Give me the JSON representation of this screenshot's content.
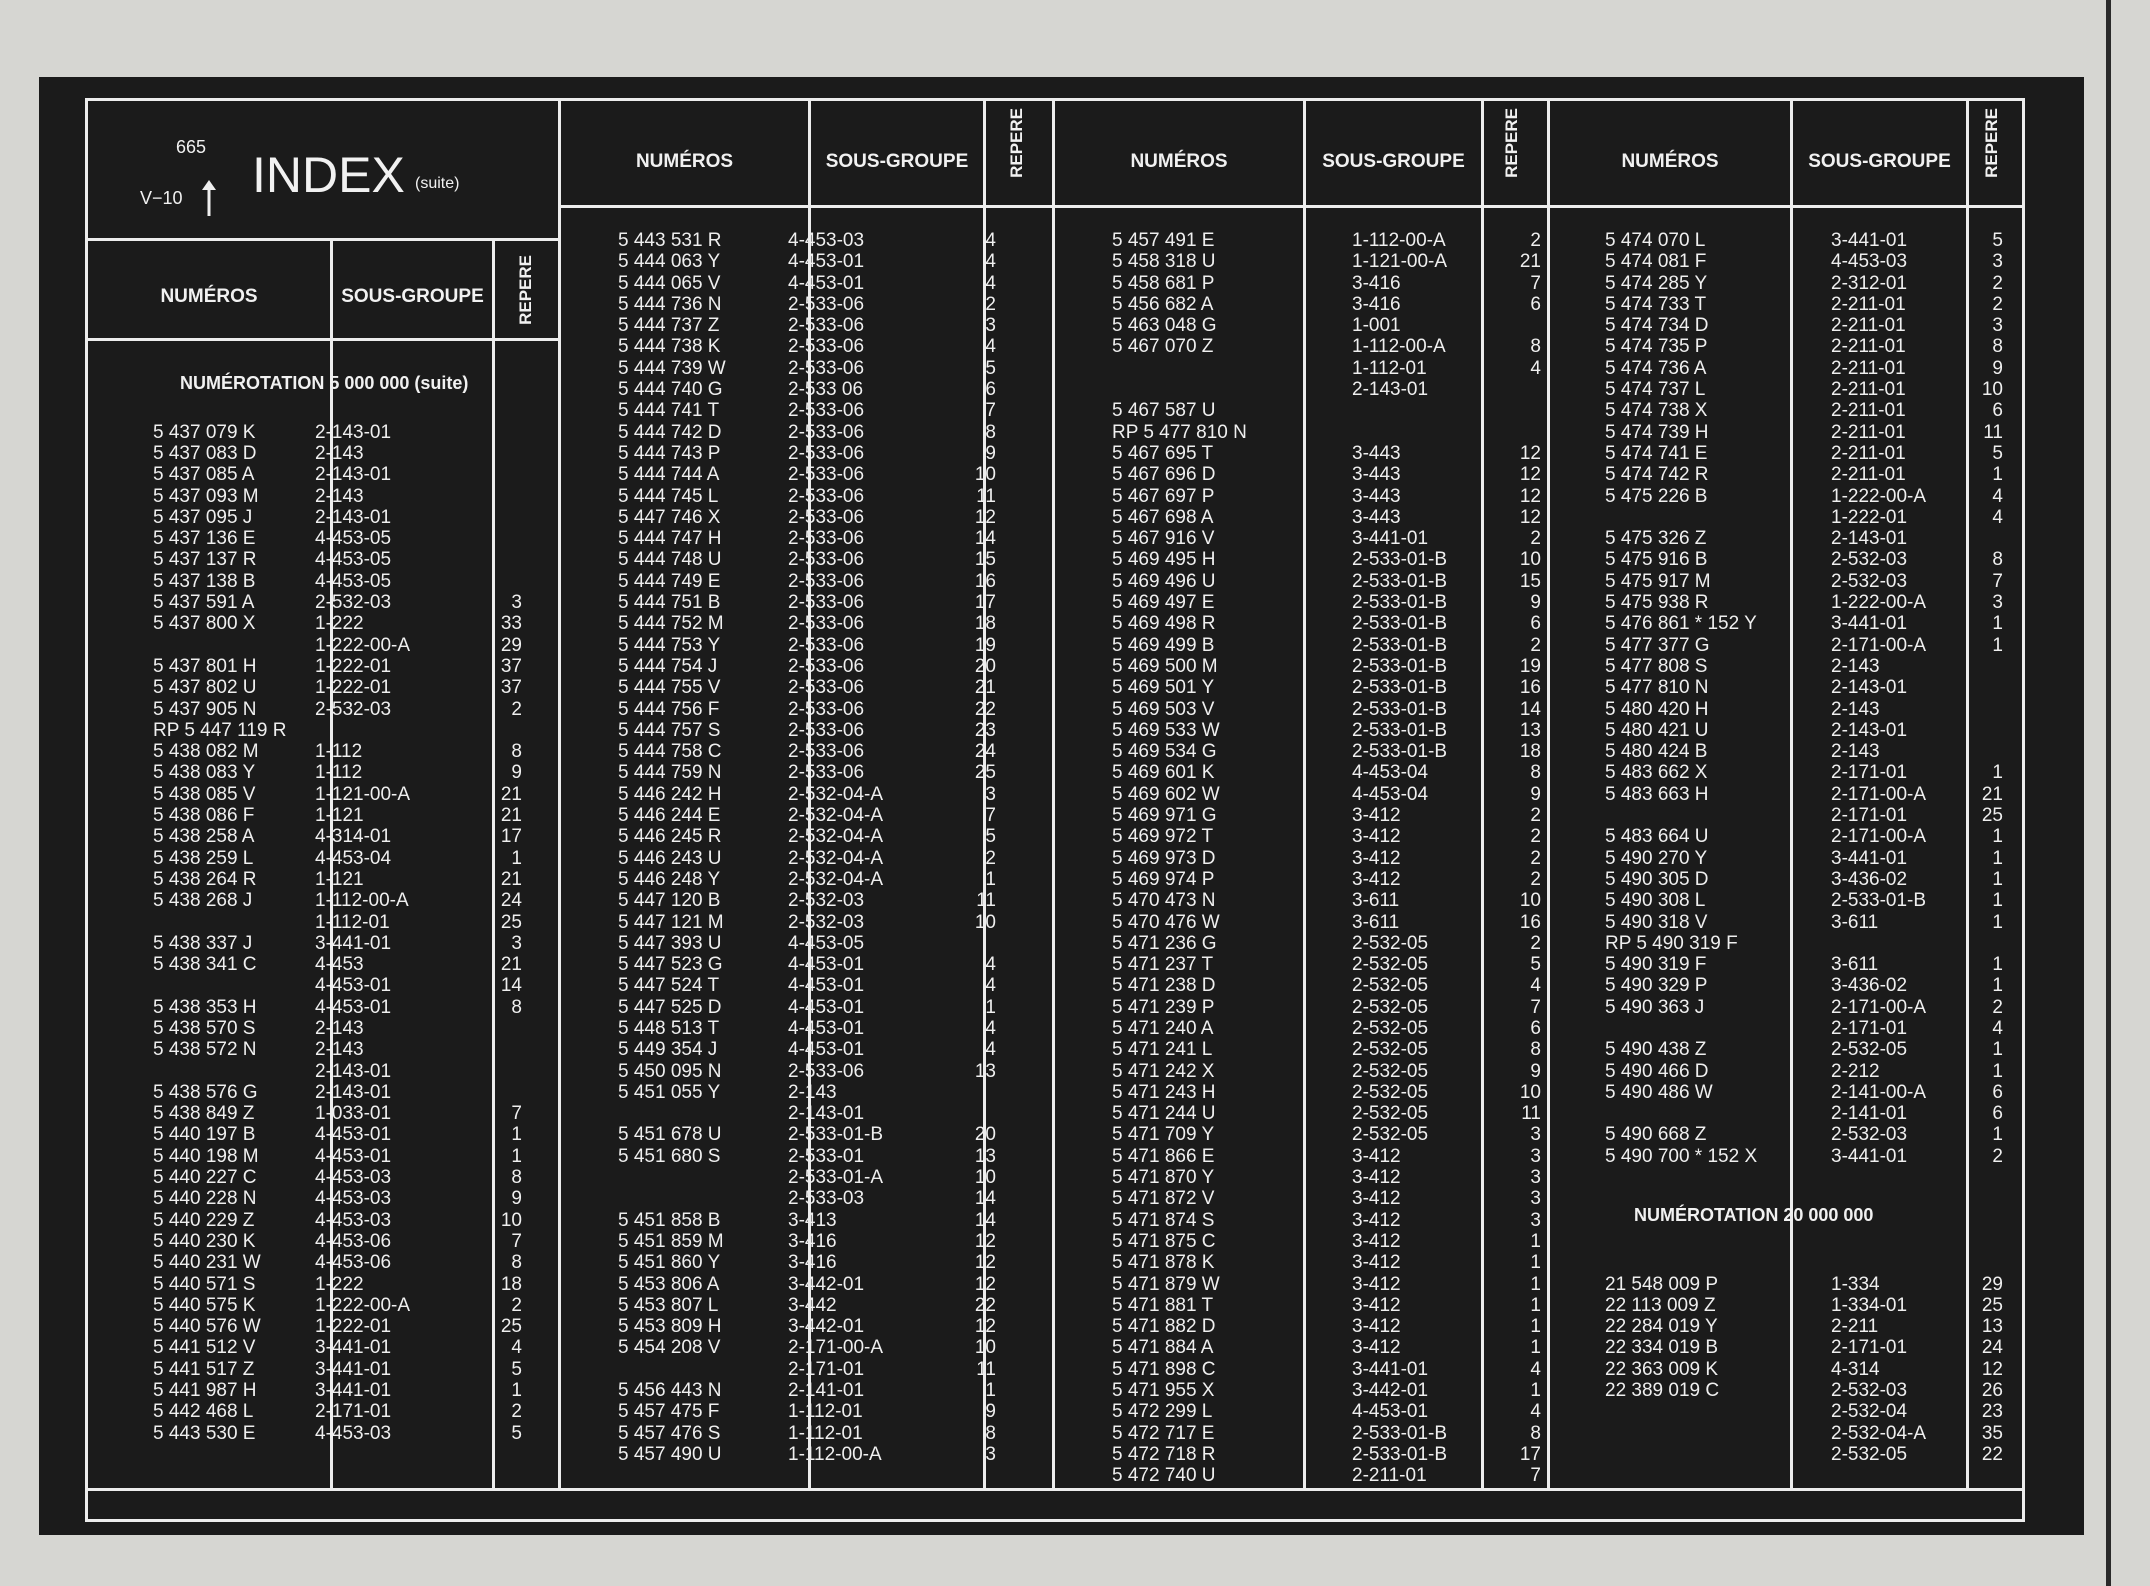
{
  "header": {
    "page_number": "665",
    "ref": "V−10",
    "arrow": "up-arrow-icon",
    "title": "INDEX",
    "subtitle": "(suite)"
  },
  "columns": {
    "numeros": "NUMÉROS",
    "sous_groupe": "SOUS-GROUPE",
    "repere": "REPERE"
  },
  "section_1": "NUMÉROTATION 5 000 000 (suite)",
  "section_2": "NUMÉROTATION 20 000 000",
  "panels": [
    {
      "rows": [
        [
          "",
          "",
          ""
        ],
        [
          "",
          "",
          ""
        ],
        [
          "",
          "",
          ""
        ],
        [
          "",
          "",
          ""
        ],
        [
          "",
          "",
          ""
        ],
        [
          "",
          "",
          ""
        ],
        [
          "",
          "",
          ""
        ],
        [
          "",
          "",
          ""
        ],
        [
          "",
          "",
          ""
        ],
        [
          "5 437 079 K",
          "2-143-01",
          ""
        ],
        [
          "5 437 083 D",
          "2-143",
          ""
        ],
        [
          "5 437 085 A",
          "2-143-01",
          ""
        ],
        [
          "5 437 093 M",
          "2-143",
          ""
        ],
        [
          "5 437 095 J",
          "2-143-01",
          ""
        ],
        [
          "5 437 136 E",
          "4-453-05",
          ""
        ],
        [
          "5 437 137 R",
          "4-453-05",
          ""
        ],
        [
          "5 437 138 B",
          "4-453-05",
          ""
        ],
        [
          "5 437 591 A",
          "2-532-03",
          "3"
        ],
        [
          "5 437 800 X",
          "1-222",
          "33"
        ],
        [
          "",
          "1-222-00-A",
          "29"
        ],
        [
          "5 437 801 H",
          "1-222-01",
          "37"
        ],
        [
          "5 437 802 U",
          "1-222-01",
          "37"
        ],
        [
          "5 437 905 N",
          "2-532-03",
          "2"
        ],
        [
          "RP 5 447 119 R",
          "",
          ""
        ],
        [
          "5 438 082 M",
          "1-112",
          "8"
        ],
        [
          "5 438 083 Y",
          "1-112",
          "9"
        ],
        [
          "5 438 085 V",
          "1-121-00-A",
          "21"
        ],
        [
          "5 438 086 F",
          "1-121",
          "21"
        ],
        [
          "5 438 258 A",
          "4-314-01",
          "17"
        ],
        [
          "5 438 259 L",
          "4-453-04",
          "1"
        ],
        [
          "5 438 264 R",
          "1-121",
          "21"
        ],
        [
          "5 438 268 J",
          "1-112-00-A",
          "24"
        ],
        [
          "",
          "1-112-01",
          "25"
        ],
        [
          "5 438 337 J",
          "3-441-01",
          "3"
        ],
        [
          "5 438 341 C",
          "4-453",
          "21"
        ],
        [
          "",
          "4-453-01",
          "14"
        ],
        [
          "5 438 353 H",
          "4-453-01",
          "8"
        ],
        [
          "5 438 570 S",
          "2-143",
          ""
        ],
        [
          "5 438 572 N",
          "2-143",
          ""
        ],
        [
          "",
          "2-143-01",
          ""
        ],
        [
          "5 438 576 G",
          "2-143-01",
          ""
        ],
        [
          "5 438 849 Z",
          "1-033-01",
          "7"
        ],
        [
          "5 440 197 B",
          "4-453-01",
          "1"
        ],
        [
          "5 440 198 M",
          "4-453-01",
          "1"
        ],
        [
          "5 440 227 C",
          "4-453-03",
          "8"
        ],
        [
          "5 440 228 N",
          "4-453-03",
          "9"
        ],
        [
          "5 440 229 Z",
          "4-453-03",
          "10"
        ],
        [
          "5 440 230 K",
          "4-453-06",
          "7"
        ],
        [
          "5 440 231 W",
          "4-453-06",
          "8"
        ],
        [
          "5 440 571 S",
          "1-222",
          "18"
        ],
        [
          "5 440 575 K",
          "1-222-00-A",
          "2"
        ],
        [
          "5 440 576 W",
          "1-222-01",
          "25"
        ],
        [
          "5 441 512 V",
          "3-441-01",
          "4"
        ],
        [
          "5 441 517 Z",
          "3-441-01",
          "5"
        ],
        [
          "5 441 987 H",
          "3-441-01",
          "1"
        ],
        [
          "5 442 468 L",
          "2-171-01",
          "2"
        ],
        [
          "5 443 530 E",
          "4-453-03",
          "5"
        ]
      ]
    },
    {
      "rows": [
        [
          "5 443 531 R",
          "4-453-03",
          "4"
        ],
        [
          "5 444 063 Y",
          "4-453-01",
          "4"
        ],
        [
          "5 444 065 V",
          "4-453-01",
          "4"
        ],
        [
          "5 444 736 N",
          "2-533-06",
          "2"
        ],
        [
          "5 444 737 Z",
          "2-533-06",
          "3"
        ],
        [
          "5 444 738 K",
          "2-533-06",
          "4"
        ],
        [
          "5 444 739 W",
          "2-533-06",
          "5"
        ],
        [
          "5 444 740 G",
          "2-533 06",
          "6"
        ],
        [
          "5 444 741 T",
          "2-533-06",
          "7"
        ],
        [
          "5 444 742 D",
          "2-533-06",
          "8"
        ],
        [
          "5 444 743 P",
          "2-533-06",
          "9"
        ],
        [
          "5 444 744 A",
          "2-533-06",
          "10"
        ],
        [
          "5 444 745 L",
          "2-533-06",
          "11"
        ],
        [
          "5 447 746 X",
          "2-533-06",
          "12"
        ],
        [
          "5 444 747 H",
          "2-533-06",
          "14"
        ],
        [
          "5 444 748 U",
          "2-533-06",
          "15"
        ],
        [
          "5 444 749 E",
          "2-533-06",
          "16"
        ],
        [
          "5 444 751 B",
          "2-533-06",
          "17"
        ],
        [
          "5 444 752 M",
          "2-533-06",
          "18"
        ],
        [
          "5 444 753 Y",
          "2-533-06",
          "19"
        ],
        [
          "5 444 754 J",
          "2-533-06",
          "20"
        ],
        [
          "5 444 755 V",
          "2-533-06",
          "21"
        ],
        [
          "5 444 756 F",
          "2-533-06",
          "22"
        ],
        [
          "5 444 757 S",
          "2-533-06",
          "23"
        ],
        [
          "5 444 758 C",
          "2-533-06",
          "24"
        ],
        [
          "5 444 759 N",
          "2-533-06",
          "25"
        ],
        [
          "5 446 242 H",
          "2-532-04-A",
          "3"
        ],
        [
          "5 446 244 E",
          "2-532-04-A",
          "7"
        ],
        [
          "5 446 245 R",
          "2-532-04-A",
          "5"
        ],
        [
          "5 446 243 U",
          "2-532-04-A",
          "2"
        ],
        [
          "5 446 248 Y",
          "2-532-04-A",
          "1"
        ],
        [
          "5 447 120 B",
          "2-532-03",
          "11"
        ],
        [
          "5 447 121 M",
          "2-532-03",
          "10"
        ],
        [
          "5 447 393 U",
          "4-453-05",
          ""
        ],
        [
          "5 447 523 G",
          "4-453-01",
          "4"
        ],
        [
          "5 447 524 T",
          "4-453-01",
          "4"
        ],
        [
          "5 447 525 D",
          "4-453-01",
          "1"
        ],
        [
          "5 448 513 T",
          "4-453-01",
          "4"
        ],
        [
          "5 449 354 J",
          "4-453-01",
          "4"
        ],
        [
          "5 450 095 N",
          "2-533-06",
          "13"
        ],
        [
          "5 451 055 Y",
          "2-143",
          ""
        ],
        [
          "",
          "2-143-01",
          ""
        ],
        [
          "5 451 678 U",
          "2-533-01-B",
          "20"
        ],
        [
          "5 451 680 S",
          "2-533-01",
          "13"
        ],
        [
          "",
          "2-533-01-A",
          "10"
        ],
        [
          "",
          "2-533-03",
          "14"
        ],
        [
          "5 451 858 B",
          "3-413",
          "14"
        ],
        [
          "5 451 859 M",
          "3-416",
          "12"
        ],
        [
          "5 451 860 Y",
          "3-416",
          "12"
        ],
        [
          "5 453 806 A",
          "3-442-01",
          "12"
        ],
        [
          "5 453 807 L",
          "3-442",
          "22"
        ],
        [
          "5 453 809 H",
          "3-442-01",
          "12"
        ],
        [
          "5 454 208 V",
          "2-171-00-A",
          "10"
        ],
        [
          "",
          "2-171-01",
          "11"
        ],
        [
          "5 456 443 N",
          "2-141-01",
          "1"
        ],
        [
          "5 457 475 F",
          "1-112-01",
          "9"
        ],
        [
          "5 457 476 S",
          "1-112-01",
          "8"
        ],
        [
          "5 457 490 U",
          "1-112-00-A",
          "3"
        ]
      ]
    },
    {
      "rows": [
        [
          "5 457 491 E",
          "1-112-00-A",
          "2"
        ],
        [
          "5 458 318 U",
          "1-121-00-A",
          "21"
        ],
        [
          "5 458 681 P",
          "3-416",
          "7"
        ],
        [
          "5 456 682 A",
          "3-416",
          "6"
        ],
        [
          "5 463 048 G",
          "1-001",
          ""
        ],
        [
          "5 467 070 Z",
          "1-112-00-A",
          "8"
        ],
        [
          "",
          "1-112-01",
          "4"
        ],
        [
          "",
          "2-143-01",
          ""
        ],
        [
          "5 467 587 U",
          "",
          ""
        ],
        [
          "RP 5 477 810 N",
          "",
          ""
        ],
        [
          "5 467 695 T",
          "3-443",
          "12"
        ],
        [
          "5 467 696 D",
          "3-443",
          "12"
        ],
        [
          "5 467 697 P",
          "3-443",
          "12"
        ],
        [
          "5 467 698 A",
          "3-443",
          "12"
        ],
        [
          "5 467 916 V",
          "3-441-01",
          "2"
        ],
        [
          "5 469 495 H",
          "2-533-01-B",
          "10"
        ],
        [
          "5 469 496 U",
          "2-533-01-B",
          "15"
        ],
        [
          "5 469 497 E",
          "2-533-01-B",
          "9"
        ],
        [
          "5 469 498 R",
          "2-533-01-B",
          "6"
        ],
        [
          "5 469 499 B",
          "2-533-01-B",
          "2"
        ],
        [
          "5 469 500 M",
          "2-533-01-B",
          "19"
        ],
        [
          "5 469 501 Y",
          "2-533-01-B",
          "16"
        ],
        [
          "5 469 503 V",
          "2-533-01-B",
          "14"
        ],
        [
          "5 469 533 W",
          "2-533-01-B",
          "13"
        ],
        [
          "5 469 534 G",
          "2-533-01-B",
          "18"
        ],
        [
          "5 469 601 K",
          "4-453-04",
          "8"
        ],
        [
          "5 469 602 W",
          "4-453-04",
          "9"
        ],
        [
          "5 469 971 G",
          "3-412",
          "2"
        ],
        [
          "5 469 972 T",
          "3-412",
          "2"
        ],
        [
          "5 469 973 D",
          "3-412",
          "2"
        ],
        [
          "5 469 974 P",
          "3-412",
          "2"
        ],
        [
          "5 470 473 N",
          "3-611",
          "10"
        ],
        [
          "5 470 476 W",
          "3-611",
          "16"
        ],
        [
          "5 471 236 G",
          "2-532-05",
          "2"
        ],
        [
          "5 471 237 T",
          "2-532-05",
          "5"
        ],
        [
          "5 471 238 D",
          "2-532-05",
          "4"
        ],
        [
          "5 471 239 P",
          "2-532-05",
          "7"
        ],
        [
          "5 471 240 A",
          "2-532-05",
          "6"
        ],
        [
          "5 471 241 L",
          "2-532-05",
          "8"
        ],
        [
          "5 471 242 X",
          "2-532-05",
          "9"
        ],
        [
          "5 471 243 H",
          "2-532-05",
          "10"
        ],
        [
          "5 471 244 U",
          "2-532-05",
          "11"
        ],
        [
          "5 471 709 Y",
          "2-532-05",
          "3"
        ],
        [
          "5 471 866 E",
          "3-412",
          "3"
        ],
        [
          "5 471 870 Y",
          "3-412",
          "3"
        ],
        [
          "5 471 872 V",
          "3-412",
          "3"
        ],
        [
          "5 471 874 S",
          "3-412",
          "3"
        ],
        [
          "5 471 875 C",
          "3-412",
          "1"
        ],
        [
          "5 471 878 K",
          "3-412",
          "1"
        ],
        [
          "5 471 879 W",
          "3-412",
          "1"
        ],
        [
          "5 471 881 T",
          "3-412",
          "1"
        ],
        [
          "5 471 882 D",
          "3-412",
          "1"
        ],
        [
          "5 471 884 A",
          "3-412",
          "1"
        ],
        [
          "5 471 898 C",
          "3-441-01",
          "4"
        ],
        [
          "5 471 955 X",
          "3-442-01",
          "1"
        ],
        [
          "5 472 299 L",
          "4-453-01",
          "4"
        ],
        [
          "5 472 717 E",
          "2-533-01-B",
          "8"
        ],
        [
          "5 472 718 R",
          "2-533-01-B",
          "17"
        ],
        [
          "5 472 740 U",
          "2-211-01",
          "7"
        ]
      ]
    },
    {
      "rows": [
        [
          "5 474 070 L",
          "3-441-01",
          "5"
        ],
        [
          "5 474 081 F",
          "4-453-03",
          "3"
        ],
        [
          "5 474 285 Y",
          "2-312-01",
          "2"
        ],
        [
          "5 474 733 T",
          "2-211-01",
          "2"
        ],
        [
          "5 474 734 D",
          "2-211-01",
          "3"
        ],
        [
          "5 474 735 P",
          "2-211-01",
          "8"
        ],
        [
          "5 474 736 A",
          "2-211-01",
          "9"
        ],
        [
          "5 474 737 L",
          "2-211-01",
          "10"
        ],
        [
          "5 474 738 X",
          "2-211-01",
          "6"
        ],
        [
          "5 474 739 H",
          "2-211-01",
          "11"
        ],
        [
          "5 474 741 E",
          "2-211-01",
          "5"
        ],
        [
          "5 474 742 R",
          "2-211-01",
          "1"
        ],
        [
          "5 475 226 B",
          "1-222-00-A",
          "4"
        ],
        [
          "",
          "1-222-01",
          "4"
        ],
        [
          "5 475 326 Z",
          "2-143-01",
          ""
        ],
        [
          "5 475 916 B",
          "2-532-03",
          "8"
        ],
        [
          "5 475 917 M",
          "2-532-03",
          "7"
        ],
        [
          "5 475 938 R",
          "1-222-00-A",
          "3"
        ],
        [
          "5 476 861 * 152 Y",
          "3-441-01",
          "1"
        ],
        [
          "5 477 377 G",
          "2-171-00-A",
          "1"
        ],
        [
          "5 477 808 S",
          "2-143",
          ""
        ],
        [
          "5 477 810 N",
          "2-143-01",
          ""
        ],
        [
          "5 480 420 H",
          "2-143",
          ""
        ],
        [
          "5 480 421 U",
          "2-143-01",
          ""
        ],
        [
          "5 480 424 B",
          "2-143",
          ""
        ],
        [
          "5 483 662 X",
          "2-171-01",
          "1"
        ],
        [
          "5 483 663 H",
          "2-171-00-A",
          "21"
        ],
        [
          "",
          "2-171-01",
          "25"
        ],
        [
          "5 483 664 U",
          "2-171-00-A",
          "1"
        ],
        [
          "5 490 270 Y",
          "3-441-01",
          "1"
        ],
        [
          "5 490 305 D",
          "3-436-02",
          "1"
        ],
        [
          "5 490 308 L",
          "2-533-01-B",
          "1"
        ],
        [
          "5 490 318 V",
          "3-611",
          "1"
        ],
        [
          "RP 5 490 319 F",
          "",
          ""
        ],
        [
          "5 490 319 F",
          "3-611",
          "1"
        ],
        [
          "5 490 329 P",
          "3-436-02",
          "1"
        ],
        [
          "5 490 363 J",
          "2-171-00-A",
          "2"
        ],
        [
          "",
          "2-171-01",
          "4"
        ],
        [
          "5 490 438 Z",
          "2-532-05",
          "1"
        ],
        [
          "5 490 466 D",
          "2-212",
          "1"
        ],
        [
          "5 490 486 W",
          "2-141-00-A",
          "6"
        ],
        [
          "",
          "2-141-01",
          "6"
        ],
        [
          "5 490 668 Z",
          "2-532-03",
          "1"
        ],
        [
          "5 490 700 * 152 X",
          "3-441-01",
          "2"
        ],
        [
          "",
          "",
          ""
        ],
        [
          "",
          "",
          ""
        ],
        [
          "",
          "",
          ""
        ],
        [
          "",
          "",
          ""
        ],
        [
          "",
          "",
          ""
        ],
        [
          "21 548 009 P",
          "1-334",
          "29"
        ],
        [
          "22 113 009 Z",
          "1-334-01",
          "25"
        ],
        [
          "22 284 019 Y",
          "2-211",
          "13"
        ],
        [
          "22 334 019 B",
          "2-171-01",
          "24"
        ],
        [
          "22 363 009 K",
          "4-314",
          "12"
        ],
        [
          "22 389 019 C",
          "2-532-03",
          "26"
        ],
        [
          "",
          "2-532-04",
          "23"
        ],
        [
          "",
          "2-532-04-A",
          "35"
        ],
        [
          "",
          "2-532-05",
          "22"
        ]
      ]
    }
  ]
}
